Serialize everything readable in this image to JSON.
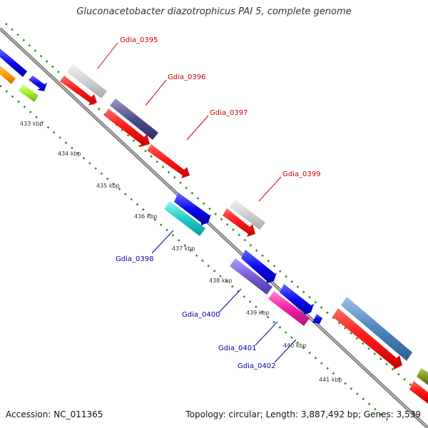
{
  "title": "Gluconacetobacter diazotrophicus PAI 5, complete genome",
  "footer": {
    "accession": "Accession: NC_011365",
    "summary": "Topology: circular; Length: 3,887,492 bp; Genes: 3,539"
  },
  "colors": {
    "backbone": "#7a7a7a",
    "dots": "#2e8b22",
    "forward_label": "#cc0000",
    "reverse_label": "#0000aa"
  },
  "ticks": [
    "433 kbp",
    "434 kbp",
    "435 kbp",
    "436 kbp",
    "437 kbp",
    "438 kbp",
    "439 kbp",
    "440 kbp",
    "441 kbp"
  ],
  "gene_labels": {
    "forward": [
      "Gdia_0395",
      "Gdia_0396",
      "Gdia_0397",
      "Gdia_0399"
    ],
    "reverse": [
      "Gdia_0398",
      "Gdia_0400",
      "Gdia_0401",
      "Gdia_0402"
    ]
  }
}
